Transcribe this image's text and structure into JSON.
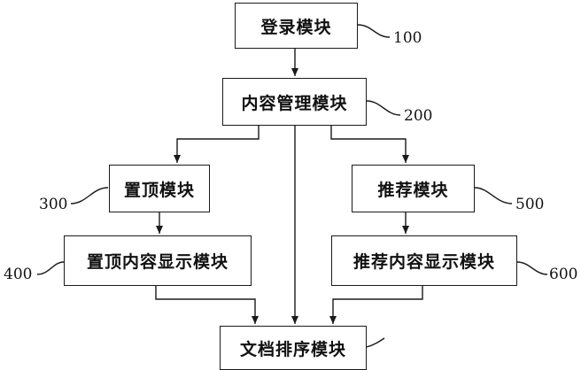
{
  "modules": {
    "login": "登录模块",
    "content_management": "内容管理模块",
    "pin_top": "置顶模块",
    "recommend": "推荐模块",
    "pinned_content_display": "置顶内容显示模块",
    "recommended_content_display": "推荐内容显示模块",
    "document_sorting": "文档排序模块"
  },
  "refs": {
    "login": "100",
    "content_management": "200",
    "pin_top": "300",
    "recommend": "500",
    "pinned_content_display": "400",
    "recommended_content_display": "600"
  },
  "colors": {
    "line": "#1a1a1a",
    "text": "#111111"
  }
}
